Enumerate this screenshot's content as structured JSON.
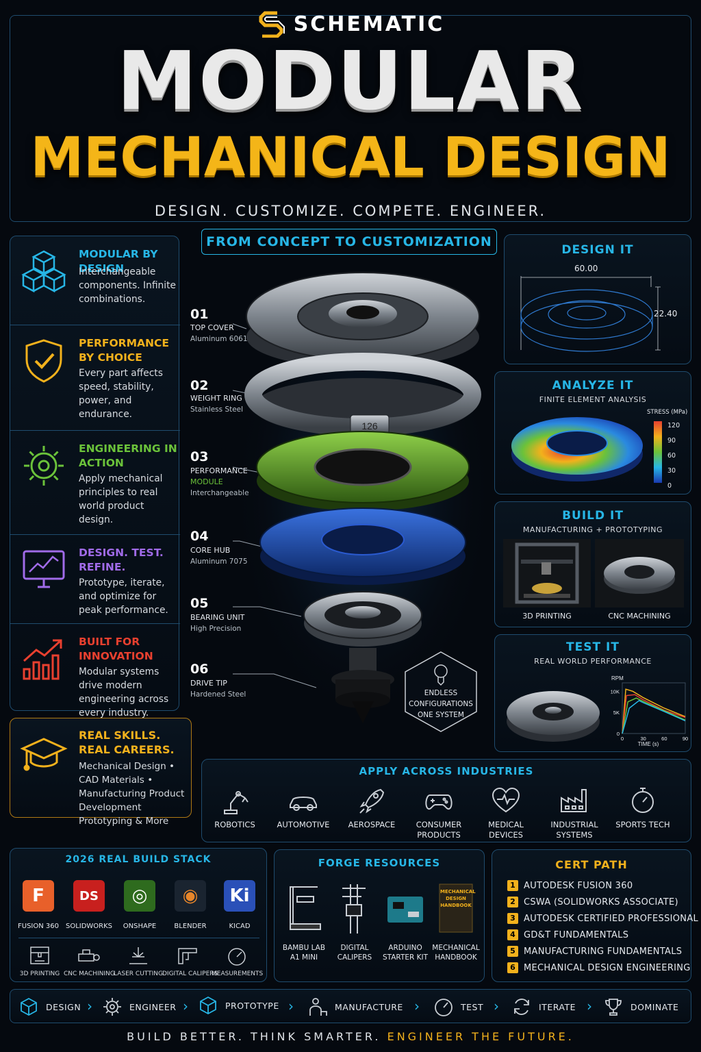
{
  "brand": "SCHEMATIC",
  "title_line1": "MODULAR",
  "title_line2": "MECHANICAL DESIGN",
  "tagline": "DESIGN. CUSTOMIZE. COMPETE. ENGINEER.",
  "features": [
    {
      "title": "MODULAR BY DESIGN",
      "desc": "Interchangeable components. Infinite combinations.",
      "icon": "cubes-icon",
      "color": "#27b6e6"
    },
    {
      "title": "PERFORMANCE BY CHOICE",
      "desc": "Every part affects speed, stability, power, and endurance.",
      "icon": "shield-check-icon",
      "color": "#f2b11c"
    },
    {
      "title": "ENGINEERING IN ACTION",
      "desc": "Apply mechanical principles to real world product design.",
      "icon": "gear-icon",
      "color": "#6bc23a"
    },
    {
      "title": "DESIGN. TEST. REFINE.",
      "desc": "Prototype, iterate, and optimize for peak performance.",
      "icon": "monitor-chart-icon",
      "color": "#a06be8"
    },
    {
      "title": "BUILT FOR INNOVATION",
      "desc": "Modular systems drive modern engineering across every industry.",
      "icon": "growth-chart-icon",
      "color": "#e8402f"
    }
  ],
  "careers": {
    "title": "REAL SKILLS. REAL CAREERS.",
    "desc": "Mechanical Design • CAD Materials • Manufacturing Product Development Prototyping & More"
  },
  "center": {
    "header": "FROM CONCEPT TO CUSTOMIZATION",
    "ring_label": "126",
    "hex_text": "ENDLESS CONFIGURATIONS ONE SYSTEM",
    "parts": [
      {
        "num": "01",
        "name": "TOP COVER",
        "material": "Aluminum 6061"
      },
      {
        "num": "02",
        "name": "WEIGHT RING",
        "material": "Stainless Steel"
      },
      {
        "num": "03",
        "name": "PERFORMANCE",
        "name2": "MODULE",
        "material": "Interchangeable"
      },
      {
        "num": "04",
        "name": "CORE HUB",
        "material": "Aluminum 7075"
      },
      {
        "num": "05",
        "name": "BEARING UNIT",
        "material": "High Precision"
      },
      {
        "num": "06",
        "name": "DRIVE TIP",
        "material": "Hardened Steel"
      }
    ]
  },
  "design_it": {
    "title": "DESIGN IT",
    "dim_width": "60.00",
    "dim_height": "22.40"
  },
  "analyze_it": {
    "title": "ANALYZE IT",
    "subtitle": "FINITE ELEMENT ANALYSIS",
    "legend_title": "STRESS (MPa)",
    "legend_ticks": [
      "120",
      "90",
      "60",
      "30",
      "0"
    ]
  },
  "build_it": {
    "title": "BUILD IT",
    "subtitle": "MANUFACTURING + PROTOTYPING",
    "items": [
      "3D PRINTING",
      "CNC MACHINING"
    ]
  },
  "test_it": {
    "title": "TEST IT",
    "subtitle": "REAL WORLD PERFORMANCE",
    "chart_data": {
      "type": "line",
      "ylabel": "RPM",
      "xlabel": "TIME (s)",
      "x_ticks": [
        "0",
        "30",
        "60",
        "90"
      ],
      "y_ticks": [
        "10K",
        "5K",
        "0"
      ],
      "xlim": [
        0,
        90
      ],
      "ylim": [
        0,
        12000
      ],
      "series": [
        {
          "color": "#f2b11c",
          "x": [
            0,
            5,
            15,
            30,
            60,
            90
          ],
          "y": [
            0,
            10500,
            10000,
            8500,
            6000,
            4000
          ]
        },
        {
          "color": "#e8402f",
          "x": [
            0,
            6,
            18,
            30,
            60,
            90
          ],
          "y": [
            0,
            9000,
            9200,
            8000,
            5500,
            3800
          ]
        },
        {
          "color": "#6bc23a",
          "x": [
            0,
            8,
            20,
            30,
            60,
            90
          ],
          "y": [
            0,
            7500,
            8400,
            7600,
            5400,
            3200
          ]
        },
        {
          "color": "#27b6e6",
          "x": [
            0,
            10,
            24,
            30,
            60,
            90
          ],
          "y": [
            0,
            6000,
            7800,
            7300,
            5200,
            3000
          ]
        }
      ]
    }
  },
  "industries": {
    "title": "APPLY ACROSS INDUSTRIES",
    "items": [
      {
        "label": "ROBOTICS",
        "icon": "robot-arm-icon"
      },
      {
        "label": "AUTOMOTIVE",
        "icon": "car-icon"
      },
      {
        "label": "AEROSPACE",
        "icon": "rocket-icon"
      },
      {
        "label": "CONSUMER PRODUCTS",
        "icon": "gamepad-icon"
      },
      {
        "label": "MEDICAL DEVICES",
        "icon": "heart-pulse-icon"
      },
      {
        "label": "INDUSTRIAL SYSTEMS",
        "icon": "factory-icon"
      },
      {
        "label": "SPORTS TECH",
        "icon": "stopwatch-icon"
      }
    ]
  },
  "build_stack": {
    "title": "2026 REAL BUILD STACK",
    "software": [
      {
        "label": "FUSION 360",
        "glyph": "F",
        "color": "#e8602a"
      },
      {
        "label": "SOLIDWORKS",
        "glyph": "DS",
        "color": "#c8201e"
      },
      {
        "label": "ONSHAPE",
        "glyph": "◎",
        "color": "#2e6b1e"
      },
      {
        "label": "BLENDER",
        "glyph": "◉",
        "color": "#e8862a"
      },
      {
        "label": "KICAD",
        "glyph": "Ki",
        "color": "#2a50b8"
      }
    ],
    "tools": [
      "3D PRINTING",
      "CNC MACHINING",
      "LASER CUTTING",
      "DIGITAL CALIPERS",
      "MEASUREMENTS"
    ]
  },
  "forge": {
    "title": "FORGE RESOURCES",
    "items": [
      {
        "label": "BAMBU LAB A1 MINI"
      },
      {
        "label": "DIGITAL CALIPERS"
      },
      {
        "label": "ARDUINO STARTER KIT"
      },
      {
        "label": "MECHANICAL HANDBOOK",
        "book_title": "MECHANICAL DESIGN HANDBOOK"
      }
    ]
  },
  "cert_path": {
    "title": "CERT PATH",
    "items": [
      "AUTODESK FUSION 360",
      "CSWA (SOLIDWORKS ASSOCIATE)",
      "AUTODESK CERTIFIED PROFESSIONAL",
      "GD&T FUNDAMENTALS",
      "MANUFACTURING FUNDAMENTALS",
      "MECHANICAL DESIGN ENGINEERING"
    ]
  },
  "flow": [
    "DESIGN",
    "ENGINEER",
    "PROTOTYPE",
    "MANUFACTURE",
    "TEST",
    "ITERATE",
    "DOMINATE"
  ],
  "footer": {
    "part1": "BUILD BETTER. THINK SMARTER.",
    "part2": "ENGINEER THE FUTURE."
  }
}
